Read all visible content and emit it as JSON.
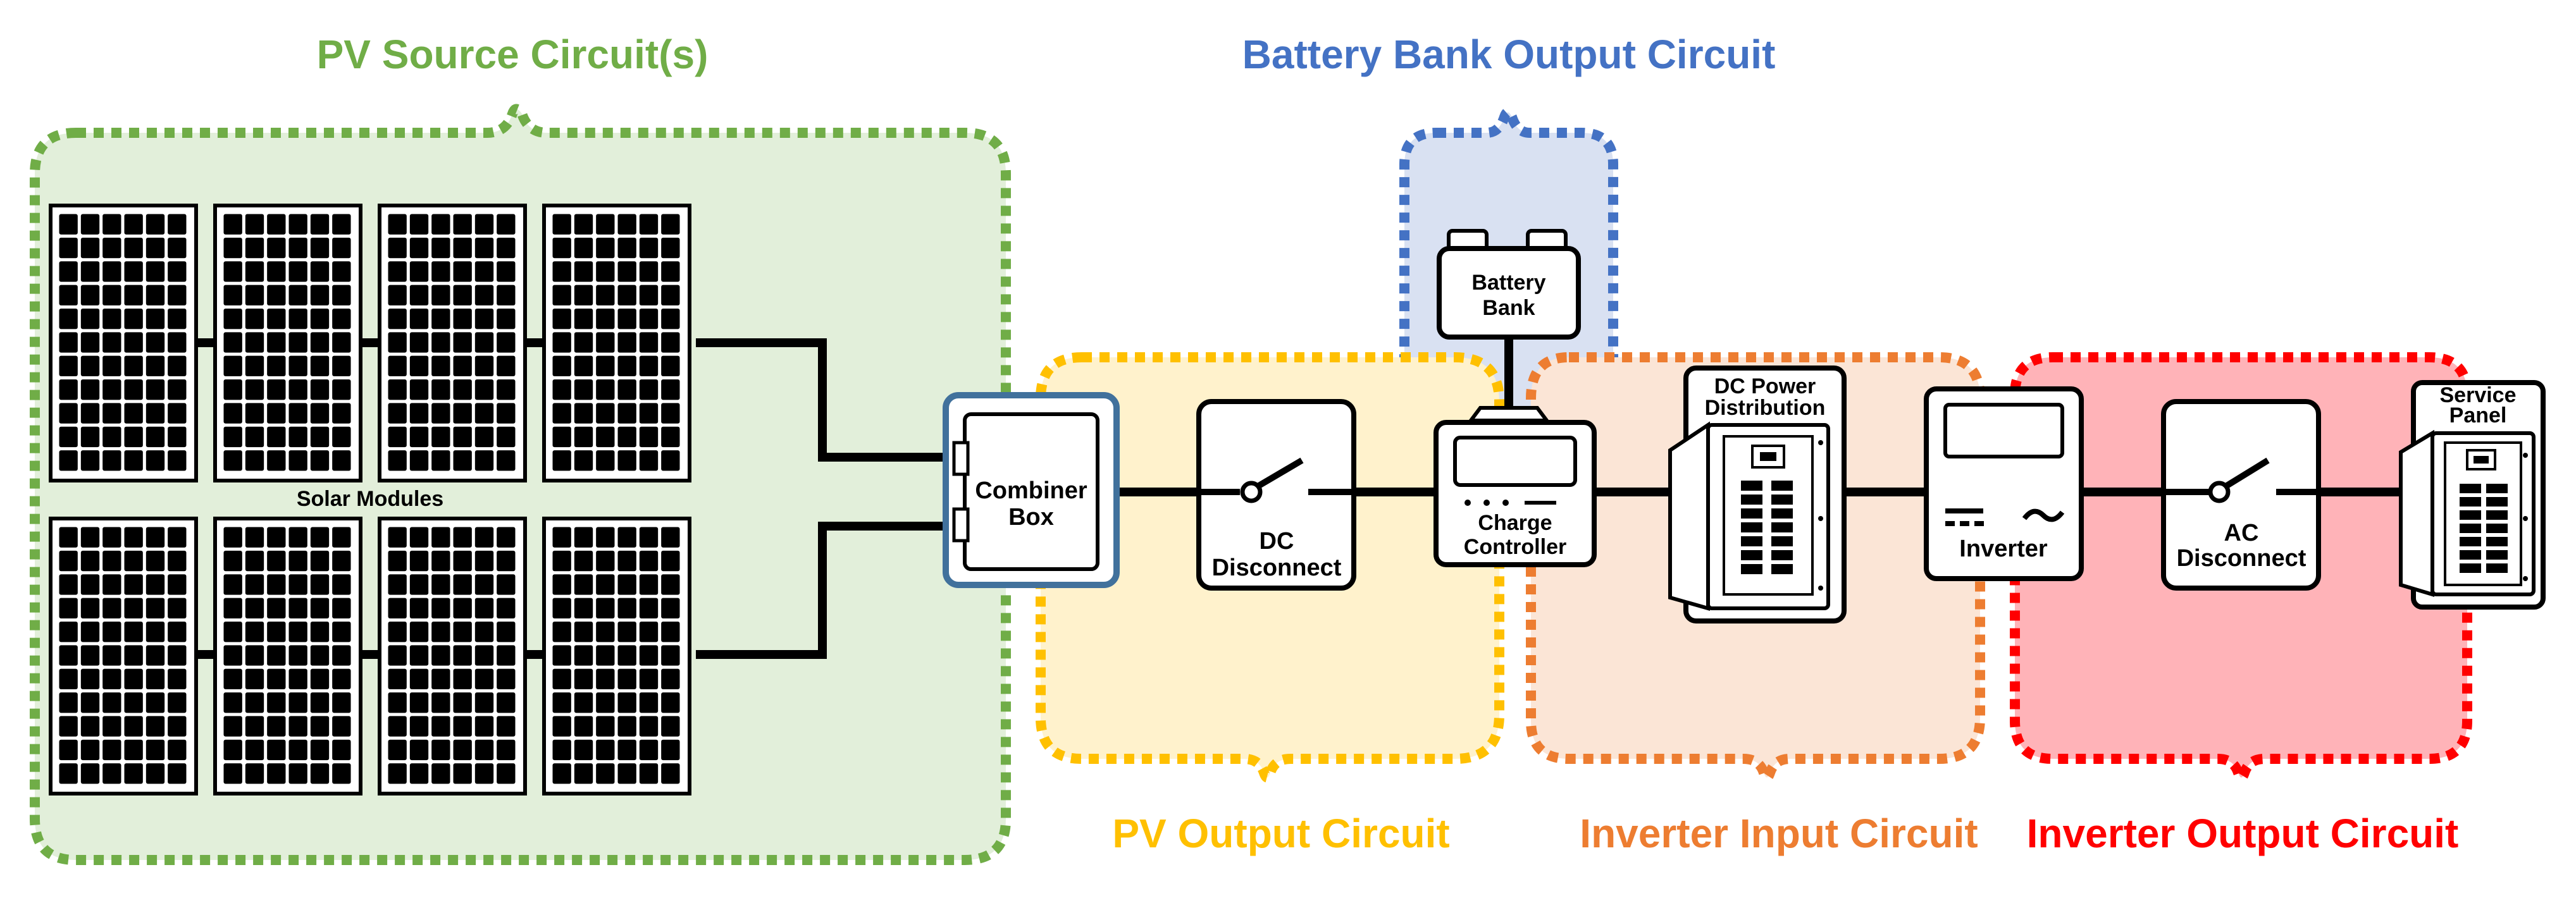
{
  "regions": {
    "pv_source": {
      "label": "PV Source Circuit(s)",
      "color": "#70AD47",
      "fill": "#E2EFDA"
    },
    "battery_output": {
      "label": "Battery Bank Output Circuit",
      "color": "#4472C4",
      "fill": "#D9E1F2"
    },
    "pv_output": {
      "label": "PV Output Circuit",
      "color": "#FFC000",
      "fill": "#FFF2CC"
    },
    "inverter_input": {
      "label": "Inverter Input Circuit",
      "color": "#ED7D31",
      "fill": "#FBE5D6"
    },
    "inverter_output": {
      "label": "Inverter Output Circuit",
      "color": "#FF0000",
      "fill": "#FFB3B8"
    }
  },
  "components": {
    "solar_modules": "Solar Modules",
    "combiner_line1": "Combiner",
    "combiner_line2": "Box",
    "dc_disconnect_line1": "DC",
    "dc_disconnect_line2": "Disconnect",
    "battery_line1": "Battery",
    "battery_line2": "Bank",
    "charge_line1": "Charge",
    "charge_line2": "Controller",
    "dc_dist_line1": "DC Power",
    "dc_dist_line2": "Distribution",
    "inverter": "Inverter",
    "ac_disconnect_line1": "AC",
    "ac_disconnect_line2": "Disconnect",
    "service_line1": "Service",
    "service_line2": "Panel"
  },
  "colors": {
    "wire": "#000000",
    "combiner_border": "#41719C"
  }
}
